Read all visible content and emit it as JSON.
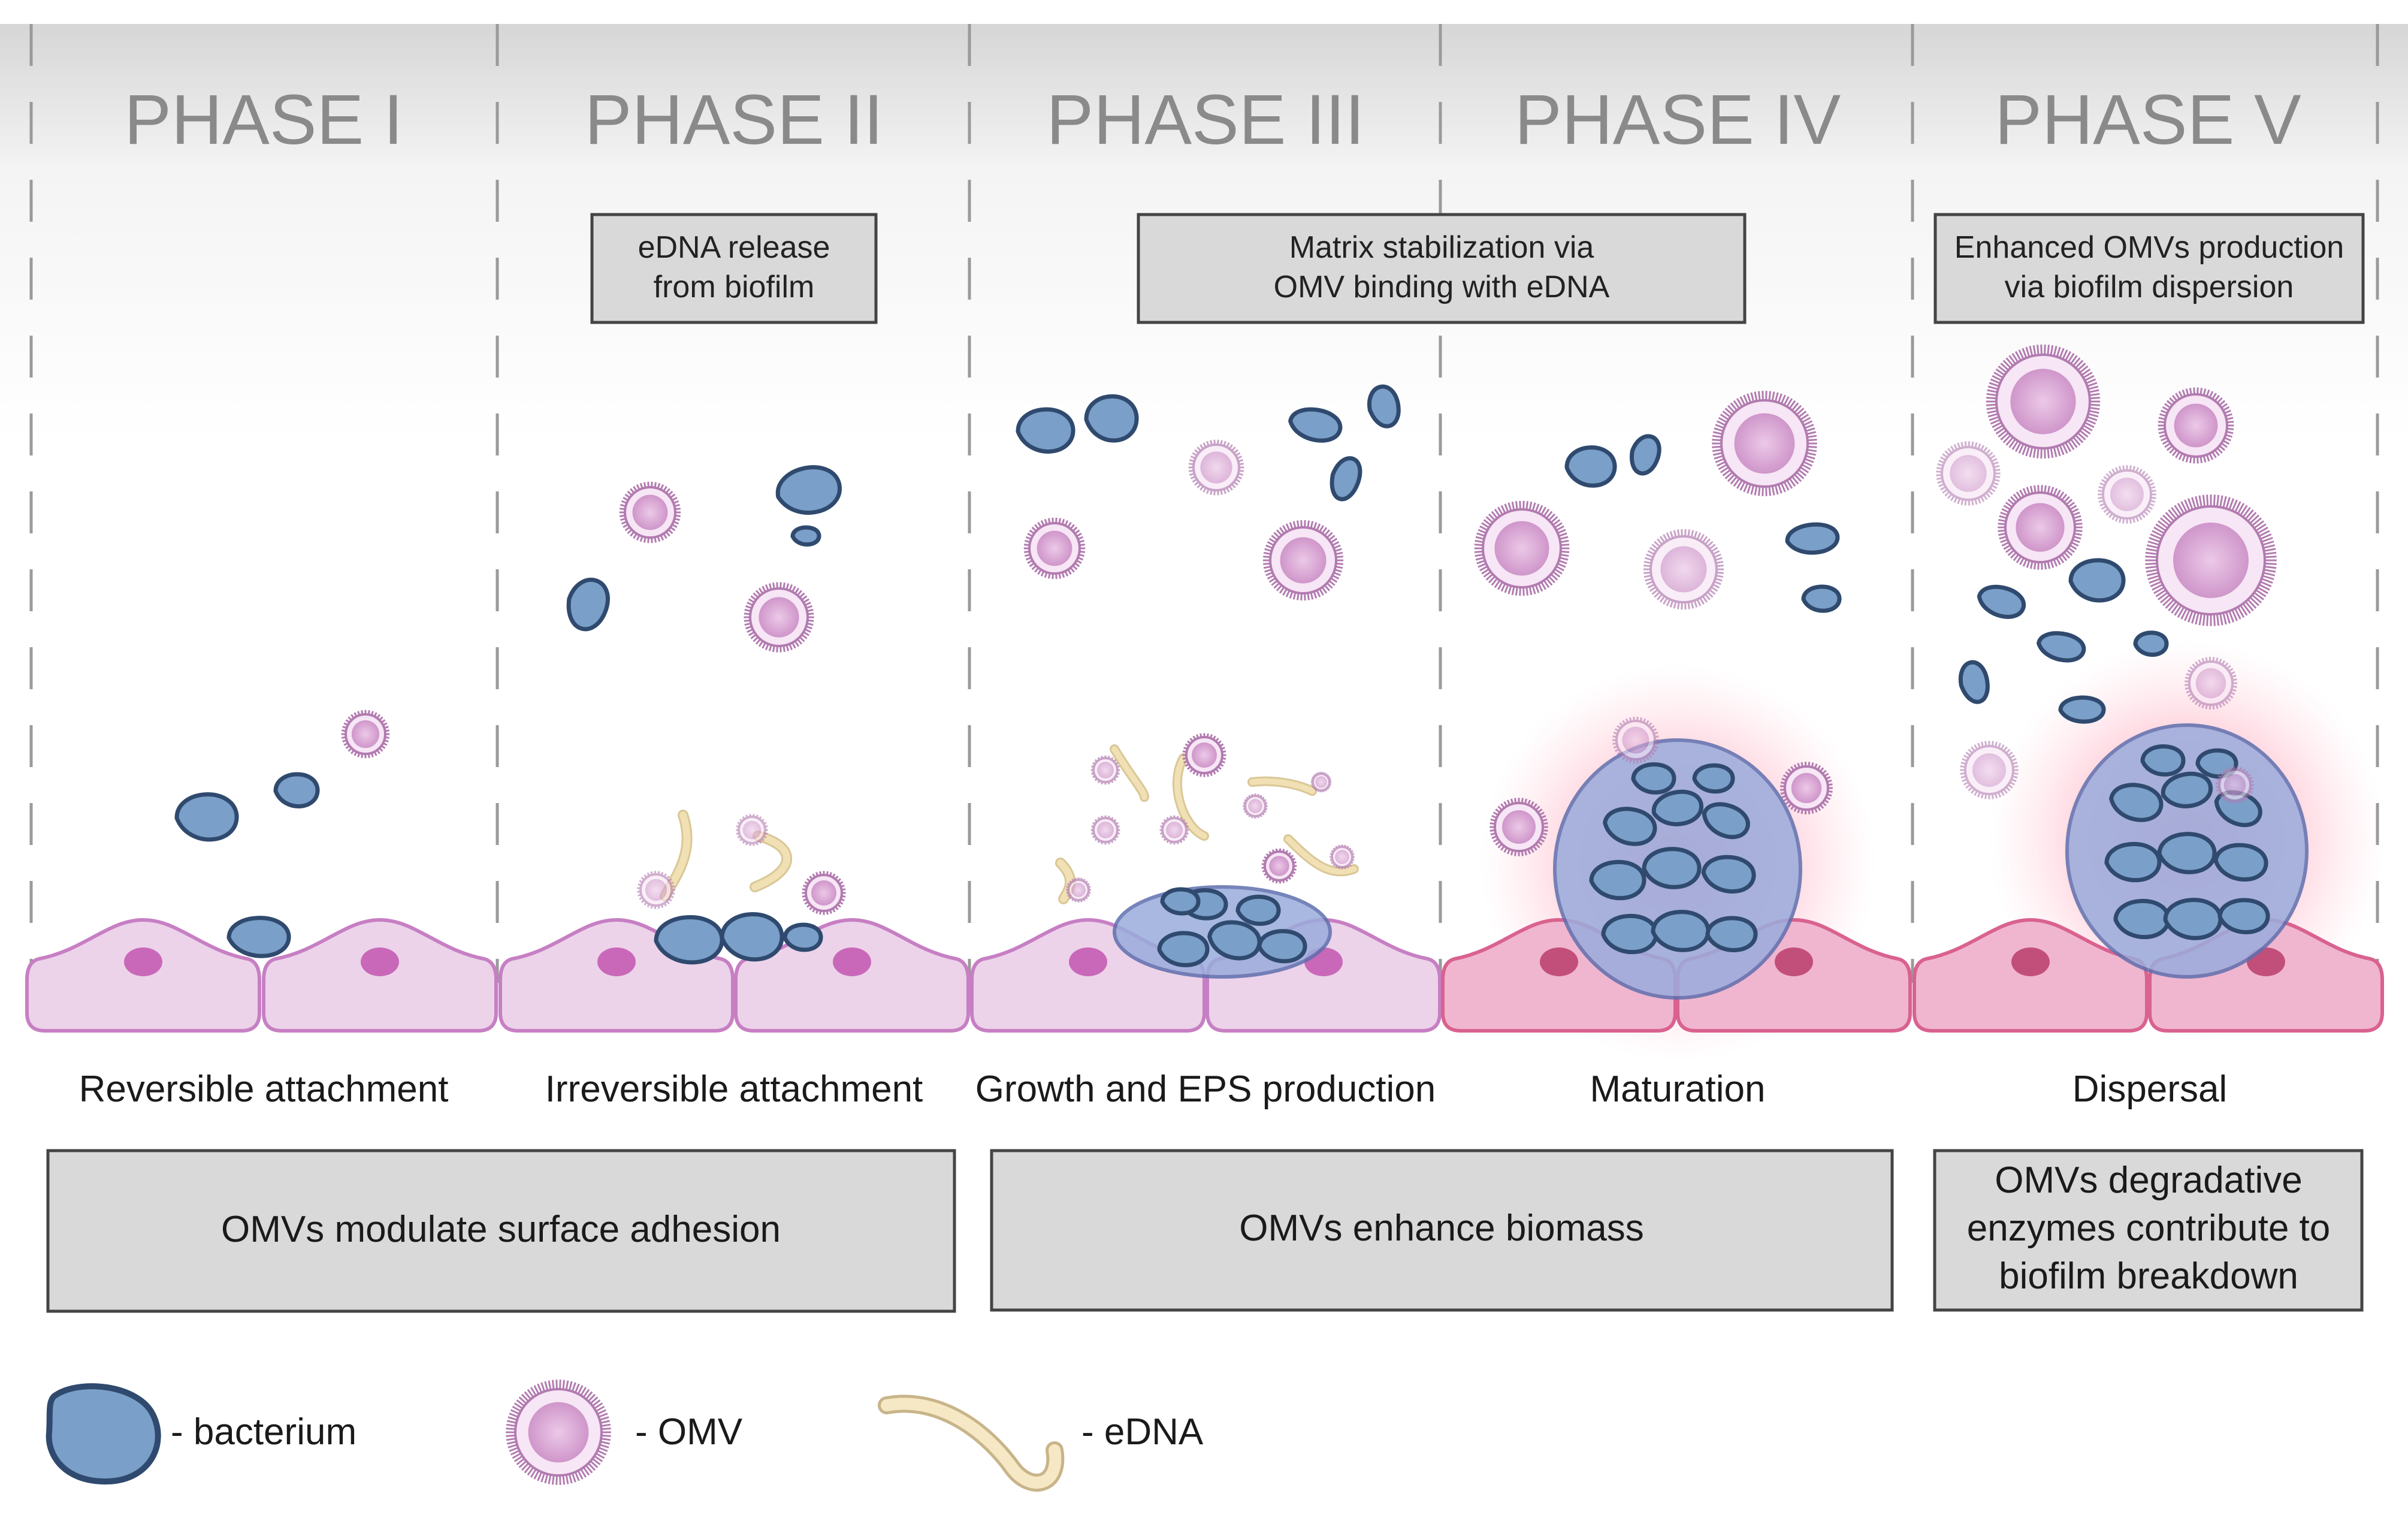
{
  "phases": [
    {
      "title": "PHASE I",
      "stage": "Reversible attachment"
    },
    {
      "title": "PHASE II",
      "stage": "Irreversible attachment"
    },
    {
      "title": "PHASE III",
      "stage": "Growth and EPS production"
    },
    {
      "title": "PHASE IV",
      "stage": "Maturation"
    },
    {
      "title": "PHASE V",
      "stage": "Dispersal"
    }
  ],
  "top_boxes": {
    "edna_release": [
      "eDNA release",
      "from biofilm"
    ],
    "matrix_stabilization": [
      "Matrix stabilization via",
      "OMV binding with eDNA"
    ],
    "enhanced_omv": [
      "Enhanced OMVs production",
      "via biofilm dispersion"
    ]
  },
  "bottom_boxes": {
    "surface_adhesion": [
      "OMVs modulate surface adhesion"
    ],
    "biomass": [
      "OMVs enhance biomass"
    ],
    "breakdown": [
      "OMVs degradative",
      "enzymes contribute to",
      "biofilm breakdown"
    ]
  },
  "legend": {
    "bacterium": "- bacterium",
    "omv": "- OMV",
    "edna": "- eDNA"
  },
  "colors": {
    "bacterium_fill": "#7a9fc9",
    "bacterium_stroke": "#2f4a6e",
    "omv_fill": "#d9a9d4",
    "omv_ring": "#b27bb0",
    "edna": "#f1e0b4",
    "host_cell_light": "#ecd3ea",
    "host_cell_inflamed": "#f0b6cf",
    "inflammation_glow": "#ff6f8e",
    "box_fill": "#d9d9d9"
  }
}
